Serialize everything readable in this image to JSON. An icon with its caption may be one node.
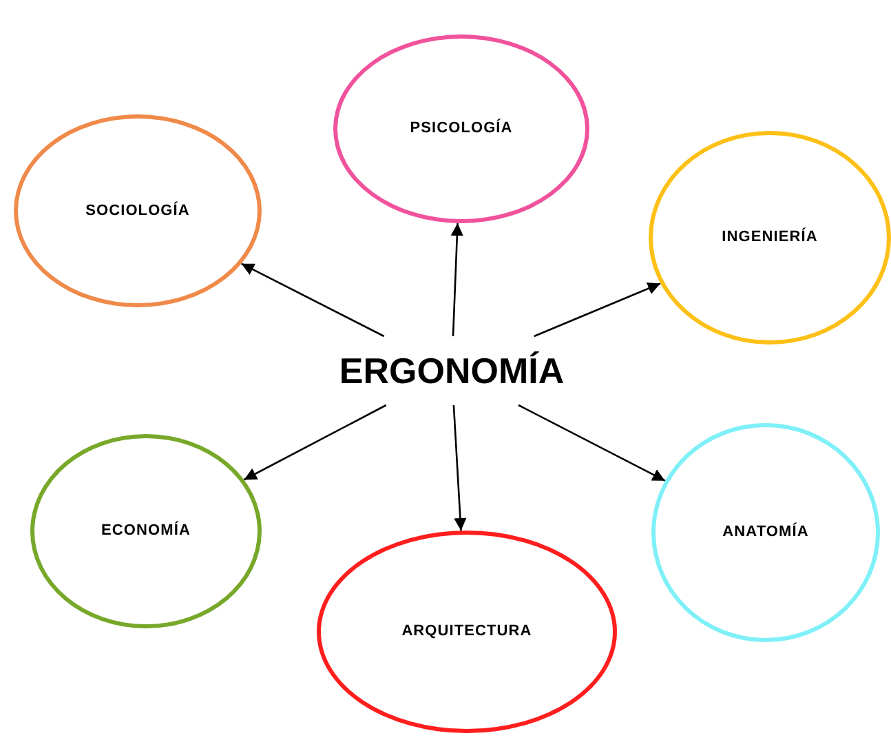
{
  "diagram": {
    "nodes": [
      {
        "text": [
          "PSICOLOGÍA"
        ]
      },
      {
        "text": [
          "SOCIOLOGÍA"
        ]
      },
      {
        "text": [
          "INGENIERÍA"
        ]
      },
      {
        "text": [
          "ERGONOMÍA"
        ]
      },
      {
        "text": [
          "ECONOMÍA"
        ]
      },
      {
        "text": [
          "ANATOMÍA"
        ]
      },
      {
        "text": [
          "ARQUITECTURA"
        ]
      }
    ],
    "edges": [
      {
        "from": 3,
        "to": 0,
        "arrow": "to"
      },
      {
        "from": 3,
        "to": 1,
        "arrow": "to"
      },
      {
        "from": 3,
        "to": 2,
        "arrow": "to"
      },
      {
        "from": 3,
        "to": 4,
        "arrow": "to"
      },
      {
        "from": 3,
        "to": 5,
        "arrow": "to"
      },
      {
        "from": 3,
        "to": 6,
        "arrow": "to"
      }
    ]
  }
}
